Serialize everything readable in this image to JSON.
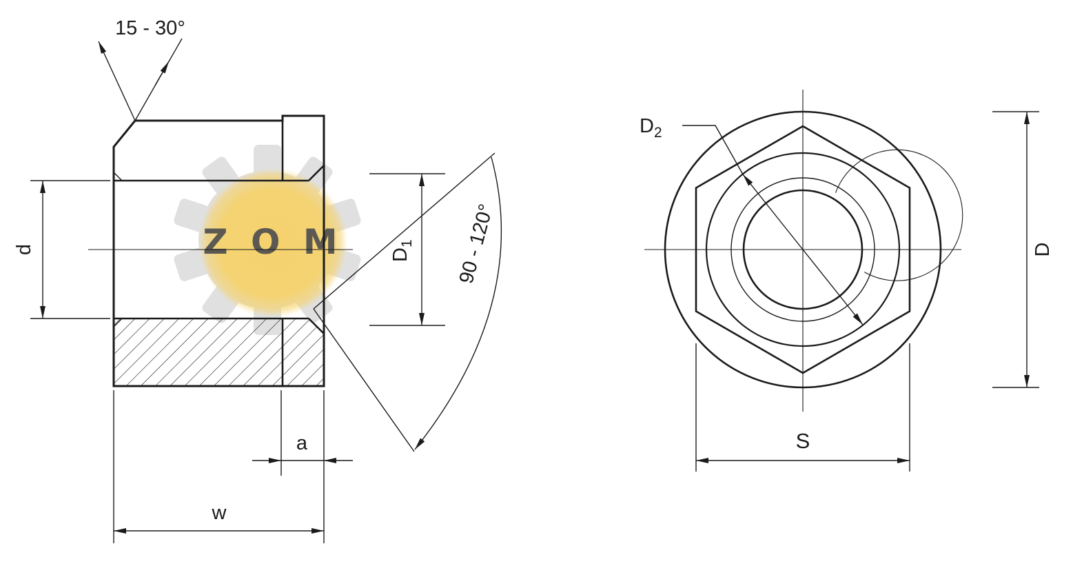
{
  "colors": {
    "line": "#1a1a1a",
    "background": "#ffffff",
    "watermark_gray": "#dbdbdb",
    "watermark_yellow": "#f6d26a",
    "watermark_text_color": "#4f4f4f"
  },
  "watermark": {
    "text": "Z O M"
  },
  "side_view": {
    "chamfer_angle_label": "15 - 30°",
    "thread_diameter_label": "d",
    "seat_diameter_label": "D",
    "seat_diameter_subscript": "1",
    "seat_angle_label": "90 - 120°",
    "collar_width_label": "a",
    "nut_width_label": "w"
  },
  "front_view": {
    "bearing_diameter_label": "D",
    "bearing_diameter_subscript": "2",
    "collar_diameter_label": "D",
    "width_across_flats_label": "S"
  }
}
